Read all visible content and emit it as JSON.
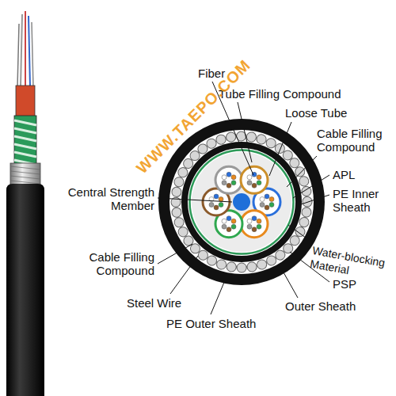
{
  "diagram": {
    "labels": [
      "Fiber",
      "Tube Filling Compound",
      "Loose Tube",
      "Cable Filling Compound",
      "APL",
      "PE Inner Sheath",
      "Water-blocking Material",
      "PSP",
      "Outer Sheath",
      "PE Outer Sheath",
      "Steel Wire",
      "Cable Filling Compound",
      "Central Strength Member",
      "WWW.TAEPO.COM"
    ]
  }
}
